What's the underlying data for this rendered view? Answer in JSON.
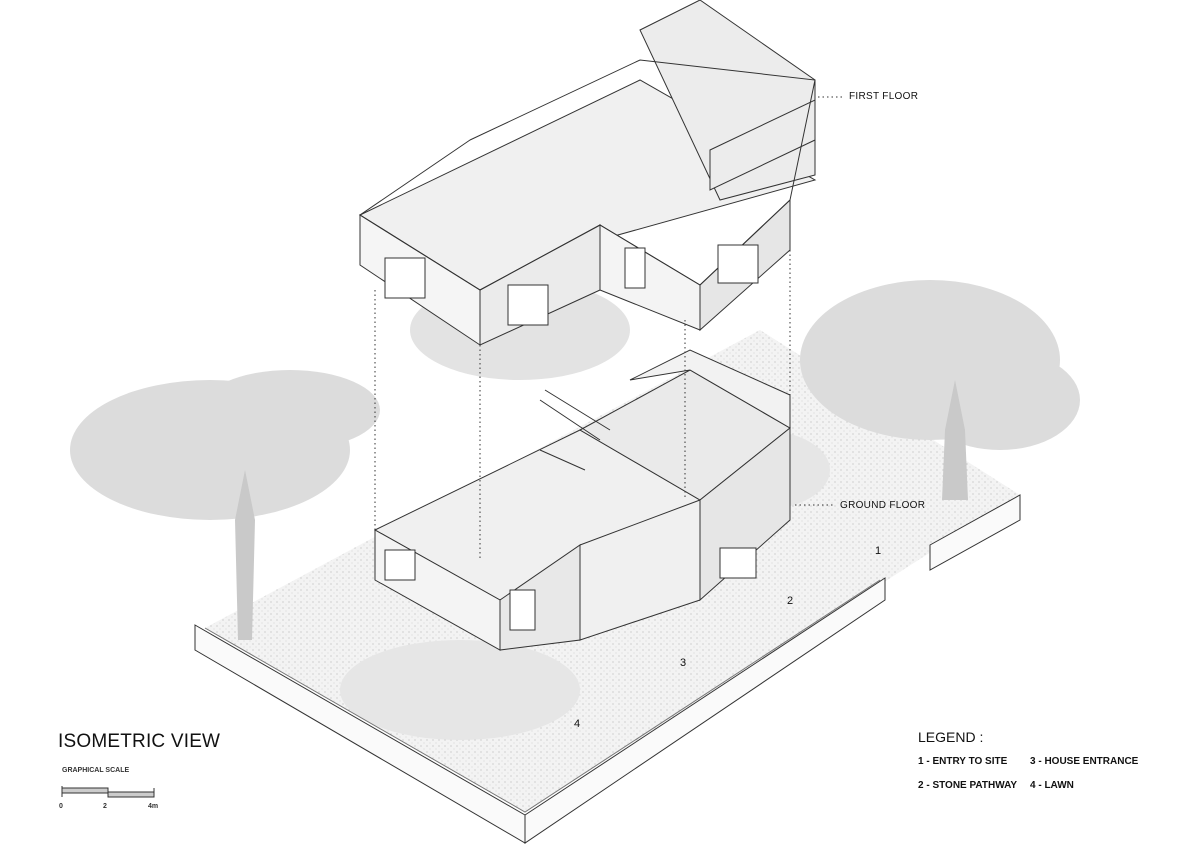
{
  "title": "ISOMETRIC VIEW",
  "scale": {
    "label": "GRAPHICAL SCALE",
    "ticks": [
      "0",
      "2",
      "4m"
    ]
  },
  "floor_labels": {
    "first": "FIRST FLOOR",
    "ground": "GROUND FLOOR"
  },
  "site_markers": [
    "1",
    "2",
    "3",
    "4"
  ],
  "legend": {
    "heading": "LEGEND :",
    "items": [
      "1 - ENTRY TO SITE",
      "3 - HOUSE ENTRANCE",
      "2 - STONE PATHWAY",
      "4 - LAWN"
    ]
  }
}
